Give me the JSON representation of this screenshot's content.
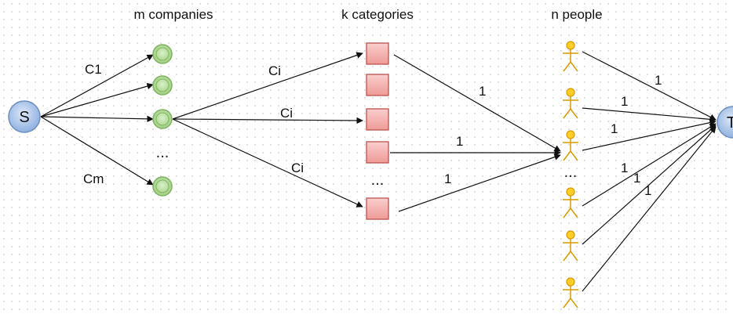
{
  "headers": {
    "companies": "m companies",
    "categories": "k categories",
    "people": "n people"
  },
  "nodes": {
    "source": "S",
    "sink": "T"
  },
  "ellipsis": {
    "companies": "...",
    "categories": "...",
    "people": "..."
  },
  "edge_labels": {
    "c1": "C1",
    "cm": "Cm",
    "ci_top": "Ci",
    "ci_mid": "Ci",
    "ci_bot": "Ci",
    "cat_one_a": "1",
    "cat_one_b": "1",
    "cat_one_c": "1",
    "ppl_one_1": "1",
    "ppl_one_2": "1",
    "ppl_one_3": "1",
    "ppl_one_4": "1",
    "ppl_one_5": "1",
    "ppl_one_6": "1"
  },
  "colors": {
    "source_fill": "#a9c4eb",
    "source_stroke": "#6c8ebf",
    "company_fill": "#b9e0a5",
    "company_stroke": "#82b366",
    "category_fill": "#f4b7b5",
    "category_stroke": "#b85450",
    "person_fill": "#ffcd28",
    "person_stroke": "#d79b00"
  }
}
